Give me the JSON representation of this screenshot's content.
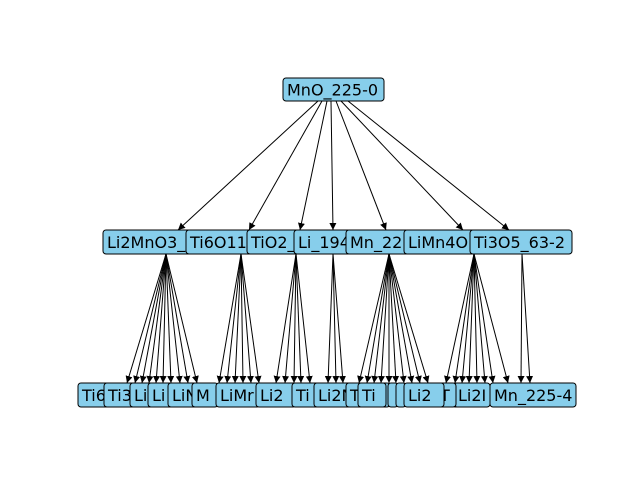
{
  "diagram": {
    "node_fill": "#87CEEB",
    "edge_color": "#000000",
    "root": {
      "label": "MnO_225-0"
    },
    "level1": [
      {
        "label": "Li2MnO3_"
      },
      {
        "label": "Ti6O11"
      },
      {
        "label": "TiO2_"
      },
      {
        "label": "Li_194"
      },
      {
        "label": "Mn_22"
      },
      {
        "label": "LiMn4O"
      },
      {
        "label": "Ti3O5_63-2"
      }
    ],
    "level2": [
      {
        "label": "Ti6"
      },
      {
        "label": "Ti3"
      },
      {
        "label": "Li"
      },
      {
        "label": "Li"
      },
      {
        "label": "LiN"
      },
      {
        "label": "M"
      },
      {
        "label": "LiMr"
      },
      {
        "label": "Li2"
      },
      {
        "label": "Ti"
      },
      {
        "label": "Li2N"
      },
      {
        "label": "T"
      },
      {
        "label": "Ti"
      },
      {
        "label": "Li2I"
      },
      {
        "label": "T"
      },
      {
        "label": "Li2"
      },
      {
        "label": "Mn_225-4"
      }
    ]
  }
}
